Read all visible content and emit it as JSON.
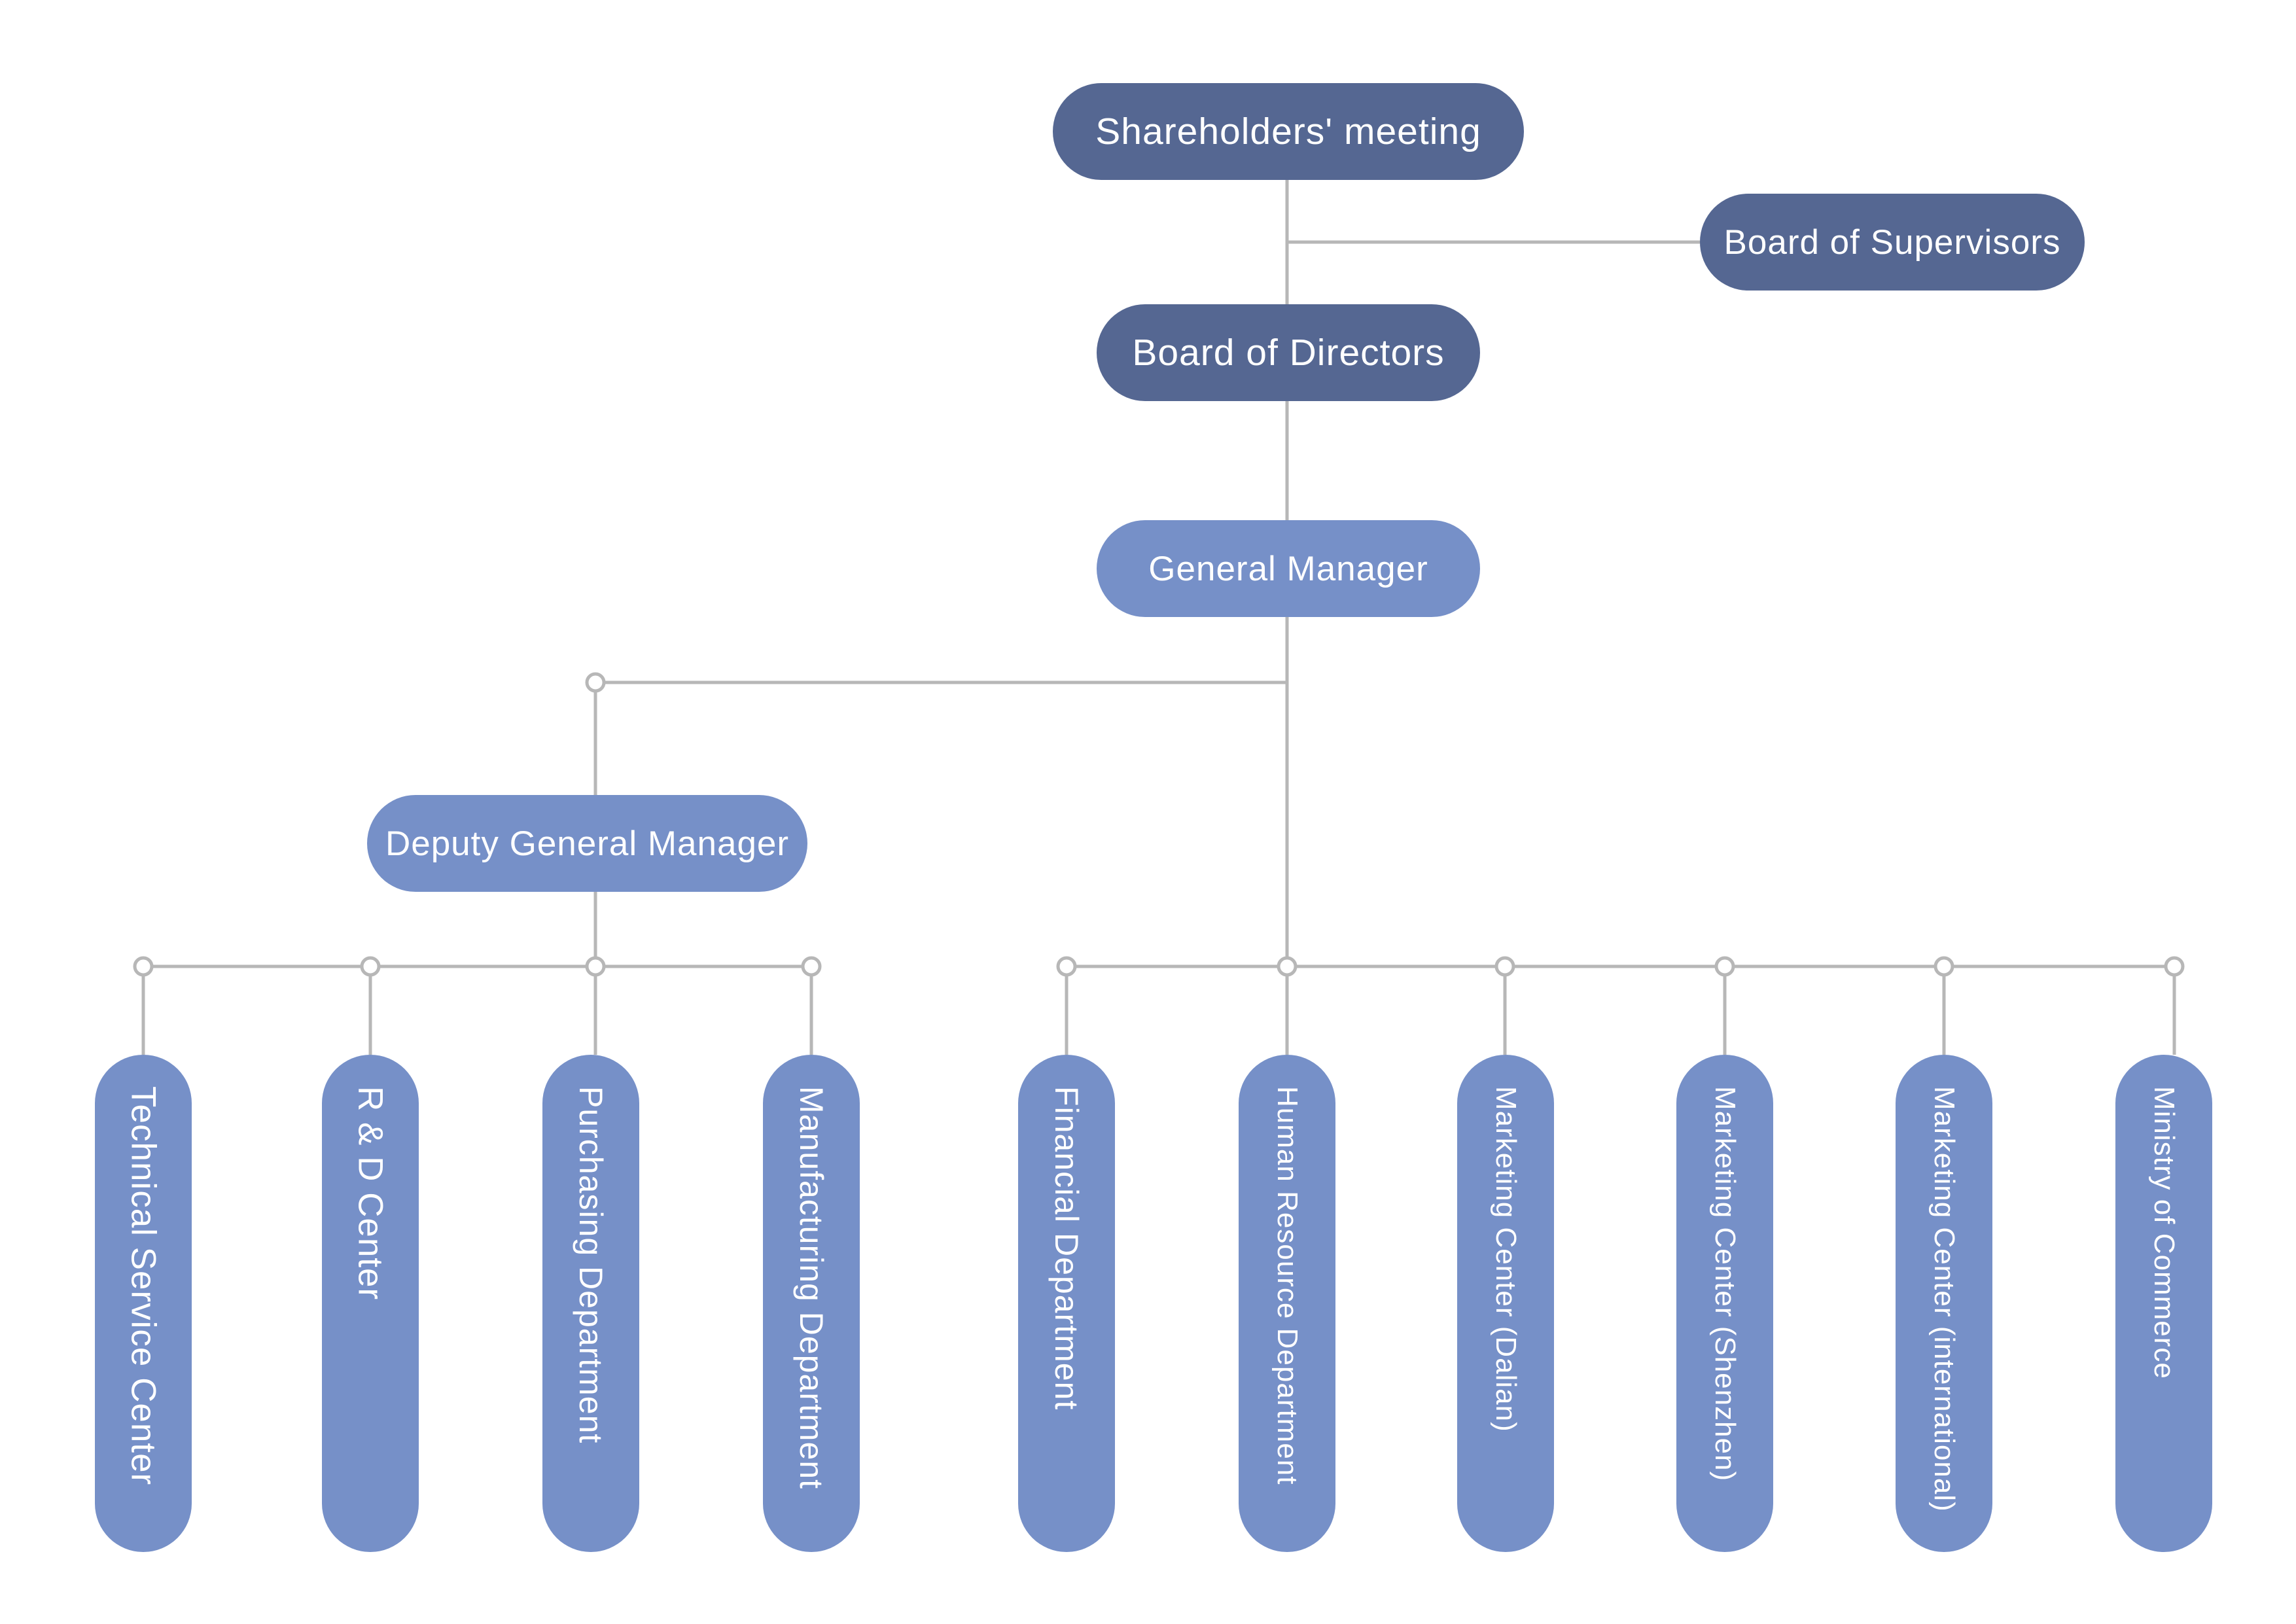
{
  "colors": {
    "dark_node": "#556792",
    "light_node": "#7690c8",
    "connector": "#b7b7b7",
    "background": "#ffffff"
  },
  "nodes": {
    "shareholders": "Shareholders' meeting",
    "supervisors": "Board of Supervisors",
    "directors": "Board of Directors",
    "general_manager": "General Manager",
    "deputy_general_manager": "Deputy General Manager"
  },
  "departments": [
    "Technical Service Center",
    "R & D Center",
    "Purchasing Department",
    "Manufacturing Department",
    "Financial Department",
    "Human Resource Department",
    "Marketing Center (Dalian)",
    "Marketing Center (Shenzhen)",
    "Marketing Center (international)",
    "Ministry of Commerce"
  ]
}
